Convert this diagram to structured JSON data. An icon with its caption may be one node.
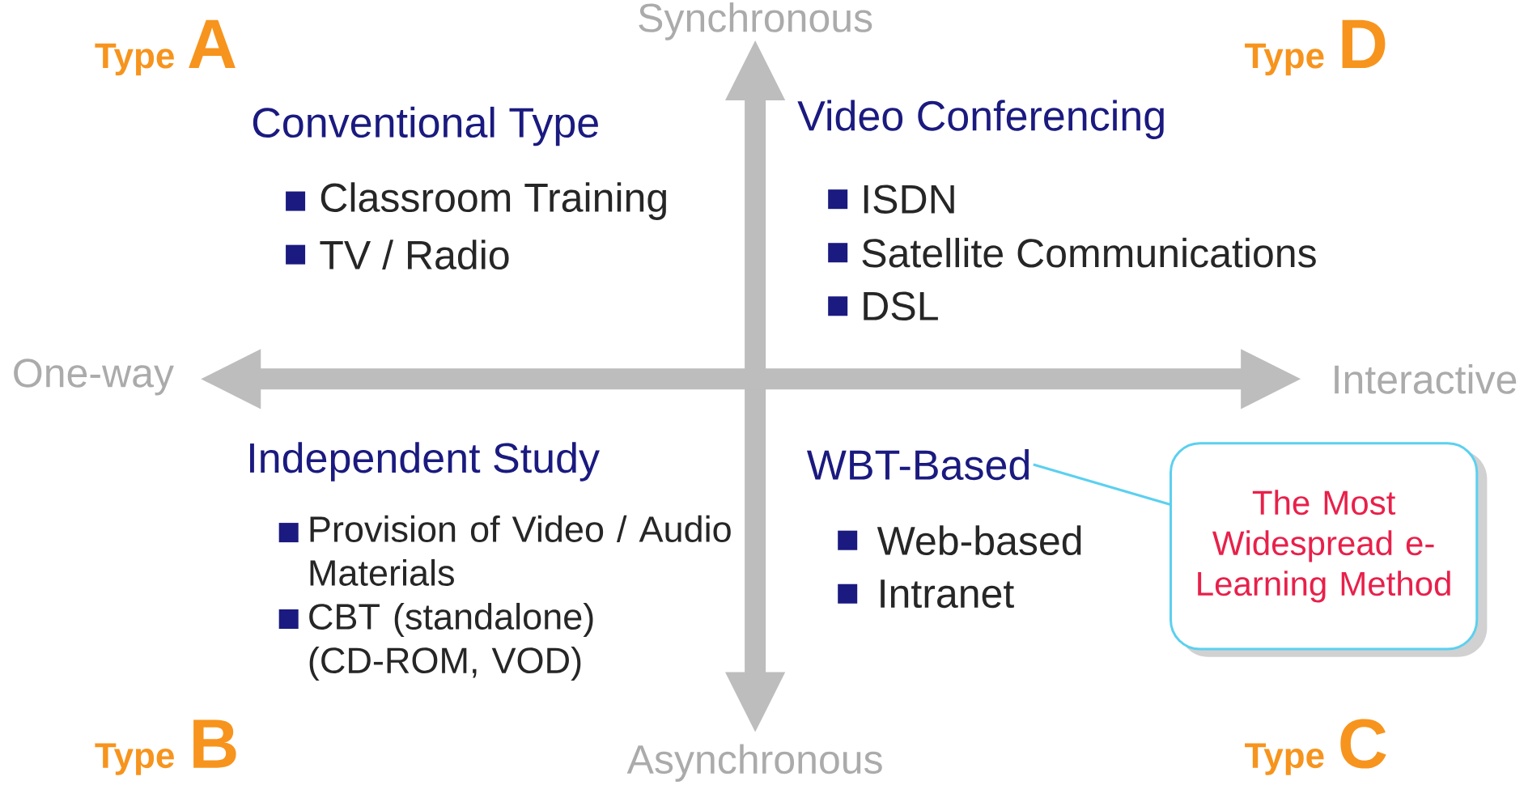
{
  "diagram": {
    "nodes": [
      {
        "text": [
          "WBT-Based"
        ]
      },
      {
        "text": [
          "The Most Widespread e-Learning Method"
        ]
      }
    ],
    "edges": [
      {
        "from": 1,
        "to": 0,
        "arrow": "none"
      }
    ],
    "labels": [
      "Synchronous",
      "Type",
      "A",
      "Type",
      "D",
      "Conventional Type",
      "Video Conferencing",
      "Classroom Training",
      "ISDN",
      "TV / Radio",
      "Satellite Communications",
      "DSL",
      "One-way",
      "Interactive",
      "Independent Study",
      "Provision of Video / Audio Materials",
      "CBT (standalone) (CD-ROM, VOD)",
      "Web-based",
      "Intranet",
      "Type",
      "B",
      "Asynchronous",
      "Type",
      "C"
    ]
  }
}
